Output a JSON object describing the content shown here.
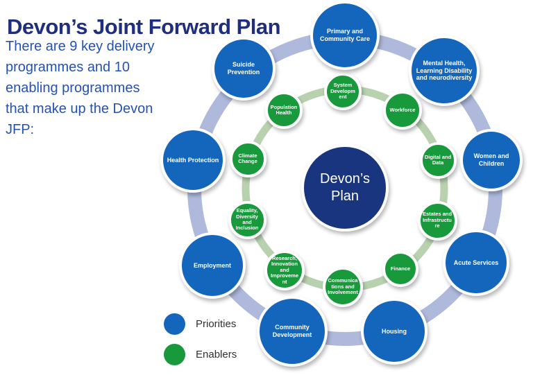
{
  "page": {
    "title": "Devon’s Joint Forward Plan",
    "intro": "There are 9 key delivery programmes and 10 enabling programmes that make up the Devon JFP:"
  },
  "diagram": {
    "center": {
      "label": "Devon’s Plan"
    },
    "priorities": [
      "Primary and Community Care",
      "Mental Health, Learning Disability and neurodiversity",
      "Women and Children",
      "Acute Services",
      "Housing",
      "Community Development",
      "Employment",
      "Health Protection",
      "Suicide Prevention"
    ],
    "enablers": [
      "System Development",
      "Workforce",
      "Digital and Data",
      "Estates and Infrastructure",
      "Finance",
      "Communications and Involvement",
      "Research, Innovation and Improvement",
      "Equality, Diversity and Inclusion",
      "Climate Change",
      "Population Health"
    ],
    "colors": {
      "priority": "#1466bd",
      "enabler": "#18993b",
      "center": "#1a3580",
      "outer_ring": "#aeb9dc",
      "inner_ring": "#b8d2b0"
    }
  },
  "legend": {
    "items": [
      {
        "label": "Priorities",
        "color": "#1466bd"
      },
      {
        "label": "Enablers",
        "color": "#18993b"
      }
    ]
  }
}
